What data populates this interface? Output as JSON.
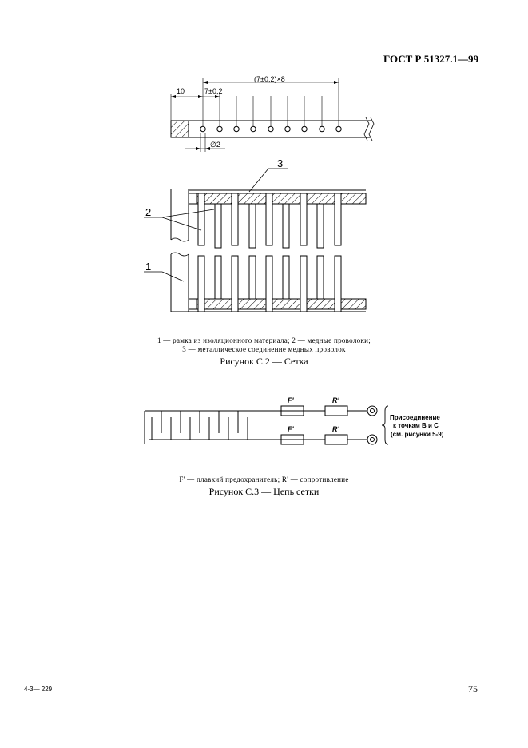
{
  "header": {
    "standard": "ГОСТ Р 51327.1—99"
  },
  "figure_c2": {
    "dimensions": {
      "total": "(7±0,2)×8",
      "pitch": "7±0,2",
      "offset": "10",
      "hole_diameter": "∅2"
    },
    "callouts": [
      "3",
      "2",
      "1"
    ],
    "legend_line1": "1 — рамка из изоляционного материала; 2 — медные проволоки;",
    "legend_line2": "3 — металлическое соединение медных проволок",
    "title": "Рисунок С.2 — Сетка"
  },
  "figure_c3": {
    "fuse_label": "F'",
    "resistor_label": "R'",
    "note_line1": "Присоединение",
    "note_line2": "к точкам B и C",
    "note_line3": "(см. рисунки 5-9)",
    "legend": "F' — плавкий предохранитель; R' — сопротивление",
    "title": "Рисунок С.3 — Цепь сетки"
  },
  "footer": {
    "left": "4-3— 229",
    "page_number": "75"
  },
  "colors": {
    "ink": "#000000",
    "paper": "#ffffff"
  }
}
